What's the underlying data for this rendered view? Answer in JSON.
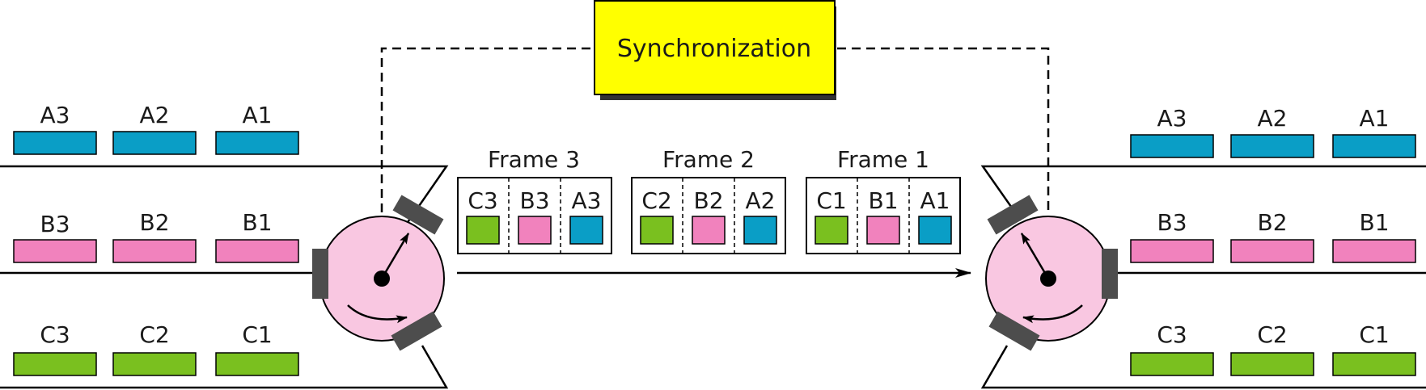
{
  "sync": {
    "label": "Synchronization"
  },
  "colors": {
    "A": "#0a9ec6",
    "B": "#f182bd",
    "C": "#7ac01f",
    "sync_box": "#ffff00",
    "switch_disc": "#f9c7e1",
    "contact": "#4d4d4d"
  },
  "inputs": {
    "A": [
      "A3",
      "A2",
      "A1"
    ],
    "B": [
      "B3",
      "B2",
      "B1"
    ],
    "C": [
      "C3",
      "C2",
      "C1"
    ]
  },
  "outputs": {
    "A": [
      "A3",
      "A2",
      "A1"
    ],
    "B": [
      "B3",
      "B2",
      "B1"
    ],
    "C": [
      "C3",
      "C2",
      "C1"
    ]
  },
  "frames": [
    {
      "label": "Frame 3",
      "slots": [
        "C3",
        "B3",
        "A3"
      ]
    },
    {
      "label": "Frame 2",
      "slots": [
        "C2",
        "B2",
        "A2"
      ]
    },
    {
      "label": "Frame 1",
      "slots": [
        "C1",
        "B1",
        "A1"
      ]
    }
  ]
}
